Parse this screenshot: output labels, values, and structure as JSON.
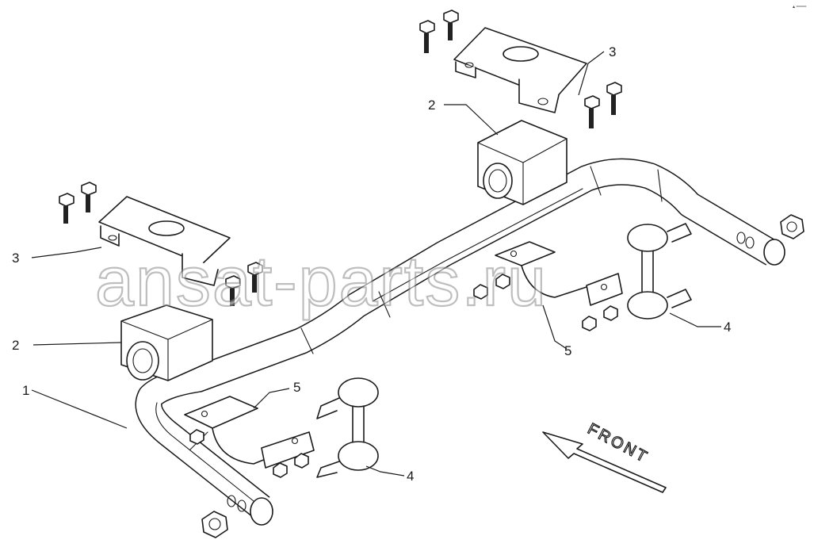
{
  "diagram": {
    "corner_mark": "▴ ═══",
    "watermark": "ansat-parts.ru",
    "direction_label": "FRONT",
    "callouts": [
      {
        "id": "c1",
        "text": "1"
      },
      {
        "id": "c2a",
        "text": "2"
      },
      {
        "id": "c2b",
        "text": "2"
      },
      {
        "id": "c3a",
        "text": "3"
      },
      {
        "id": "c3b",
        "text": "3"
      },
      {
        "id": "c4a",
        "text": "4"
      },
      {
        "id": "c4b",
        "text": "4"
      },
      {
        "id": "c5a",
        "text": "5"
      },
      {
        "id": "c5b",
        "text": "5"
      }
    ]
  }
}
